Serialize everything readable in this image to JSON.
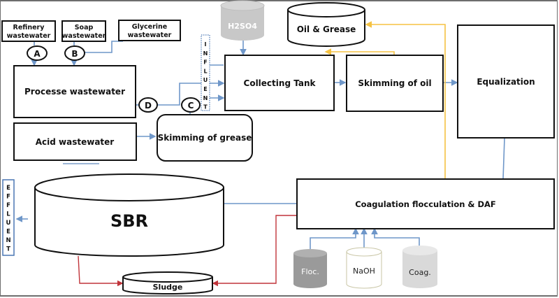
{
  "diagram": {
    "title": "Wastewater treatment process flow",
    "sources": {
      "refinery": [
        "Refinery",
        "wastewater"
      ],
      "soap": [
        "Soap",
        "wastewater"
      ],
      "glycerine": [
        "Glycerine",
        "wastewater"
      ]
    },
    "markers": {
      "a": "A",
      "b": "B",
      "c": "C",
      "d": "D"
    },
    "units": {
      "process_wastewater": "Processe wastewater",
      "acid_wastewater": "Acid  wastewater",
      "skimming_grease": "Skimming of grease",
      "collecting_tank": "Collecting Tank",
      "skimming_oil": "Skimming of oil",
      "equalization": "Equalization",
      "coag_floc_daf": "Coagulation flocculation  & DAF",
      "sbr": "SBR",
      "sludge": "Sludge",
      "oil_grease": "Oil & Grease"
    },
    "chemicals": {
      "h2so4": "H2SO4",
      "floc": "Floc.",
      "naoh": "NaOH",
      "coag": "Coag."
    },
    "influent_letters": [
      "I",
      "N",
      "F",
      "L",
      "U",
      "E",
      "N",
      "T"
    ],
    "effluent_letters": [
      "E",
      "F",
      "F",
      "L",
      "U",
      "E",
      "N",
      "T"
    ],
    "colors": {
      "water_flow": "#6f97c9",
      "oil_flow": "#f5c242",
      "sludge_flow": "#c0343a",
      "chem_floc": "#9a9a9a",
      "chem_h2so4": "#c8c8c8",
      "chem_coag": "#d9d9d9"
    }
  }
}
